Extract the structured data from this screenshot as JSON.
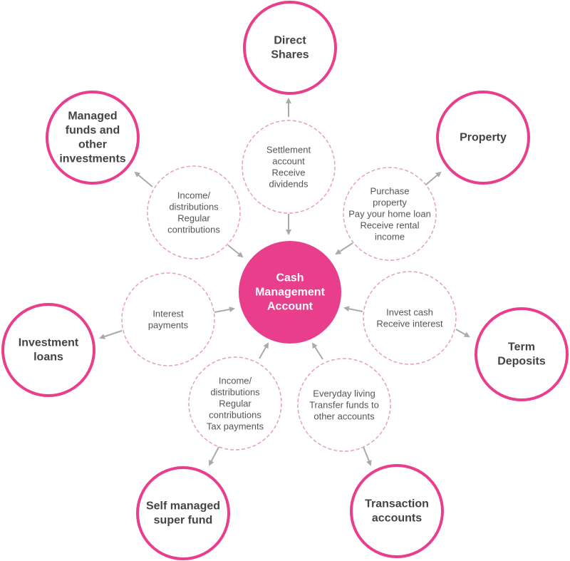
{
  "colors": {
    "accent": "#e83e8c",
    "dashed_border": "#e7a0b6",
    "arrow": "#aaaaaa",
    "outer_text": "#444444",
    "mid_text": "#555555"
  },
  "center": {
    "lines": [
      "Cash",
      "Management",
      "Account"
    ]
  },
  "outer_nodes": [
    {
      "id": "direct-shares",
      "lines": [
        "Direct",
        "Shares"
      ]
    },
    {
      "id": "property",
      "lines": [
        "Property"
      ]
    },
    {
      "id": "term-deposits",
      "lines": [
        "Term",
        "Deposits"
      ]
    },
    {
      "id": "transaction-accounts",
      "lines": [
        "Transaction",
        "accounts"
      ]
    },
    {
      "id": "self-managed-super-fund",
      "lines": [
        "Self managed",
        "super fund"
      ]
    },
    {
      "id": "investment-loans",
      "lines": [
        "Investment",
        "loans"
      ]
    },
    {
      "id": "managed-funds",
      "lines": [
        "Managed",
        "funds and",
        "other",
        "investments"
      ]
    }
  ],
  "mid_nodes": [
    {
      "id": "settlement",
      "lines": [
        "Settlement",
        "account",
        "Receive",
        "dividends"
      ]
    },
    {
      "id": "purchase-property",
      "lines": [
        "Purchase",
        "property",
        "Pay your home loan",
        "Receive rental",
        "income"
      ]
    },
    {
      "id": "invest-cash",
      "lines": [
        "Invest cash",
        "Receive interest"
      ]
    },
    {
      "id": "everyday-living",
      "lines": [
        "Everyday living",
        "Transfer funds to",
        "other accounts"
      ]
    },
    {
      "id": "super-contributions",
      "lines": [
        "Income/",
        "distributions",
        "Regular",
        "contributions",
        "Tax payments"
      ]
    },
    {
      "id": "interest-payments",
      "lines": [
        "Interest",
        "payments"
      ]
    },
    {
      "id": "income-distributions",
      "lines": [
        "Income/",
        "distributions",
        "Regular",
        "contributions"
      ]
    }
  ]
}
